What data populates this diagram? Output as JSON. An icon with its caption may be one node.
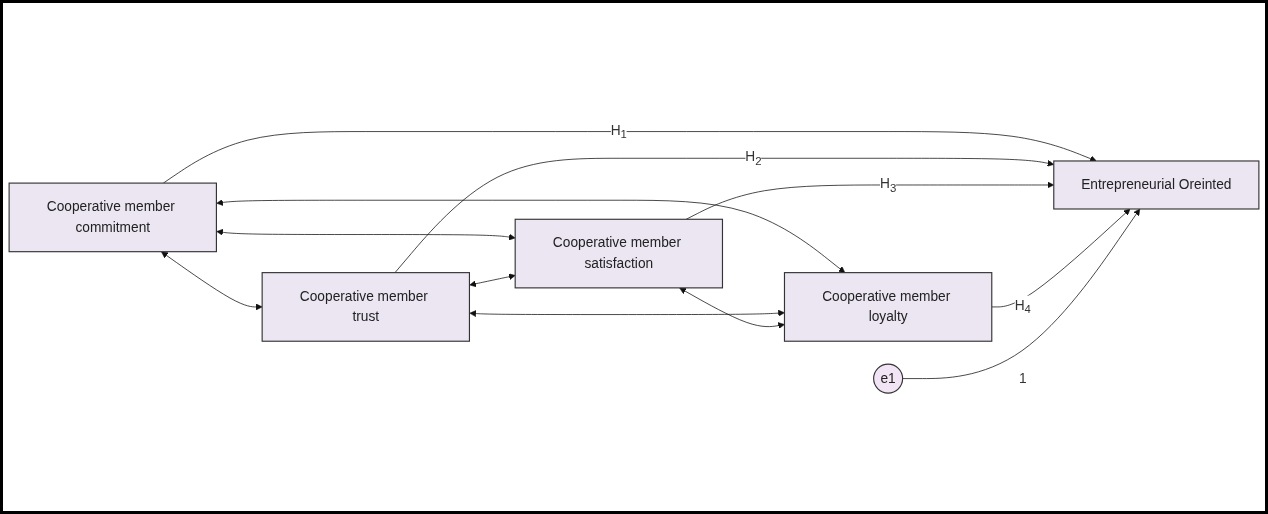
{
  "diagram": {
    "nodes": [
      {
        "text": [
          "Cooperative member commitment"
        ]
      },
      {
        "text": [
          "Cooperative member trust"
        ]
      },
      {
        "text": [
          "Cooperative member satisfaction"
        ]
      },
      {
        "text": [
          "Cooperative member loyalty"
        ]
      },
      {
        "text": [
          "Entrepreneurial Oreinted"
        ]
      },
      {
        "text": [
          "e1"
        ]
      }
    ],
    "edges": [
      {
        "from": 0,
        "to": 1,
        "arrow": "both"
      },
      {
        "from": 0,
        "to": 2,
        "arrow": "both"
      },
      {
        "from": 0,
        "to": 3,
        "arrow": "both"
      },
      {
        "from": 1,
        "to": 2,
        "arrow": "both"
      },
      {
        "from": 1,
        "to": 3,
        "arrow": "both"
      },
      {
        "from": 2,
        "to": 3,
        "arrow": "both"
      },
      {
        "from": 0,
        "to": 4,
        "arrow": "to",
        "label": "H$_{1}$"
      },
      {
        "from": 1,
        "to": 4,
        "arrow": "to",
        "label": "H$_{2}$"
      },
      {
        "from": 2,
        "to": 4,
        "arrow": "to",
        "label": "H$_{3}$"
      },
      {
        "from": 3,
        "to": 4,
        "arrow": "to",
        "label": "H$_{4}$"
      },
      {
        "from": 5,
        "to": 4,
        "arrow": "to",
        "label": "1"
      }
    ]
  }
}
